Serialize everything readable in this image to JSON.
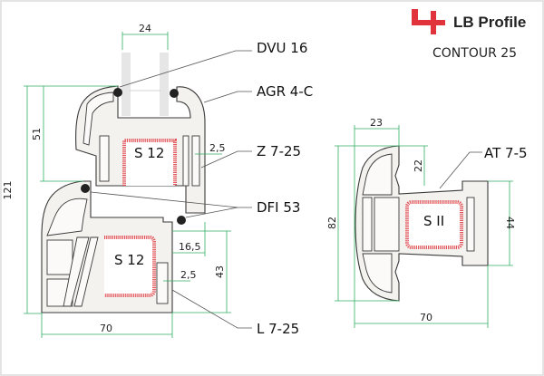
{
  "header": {
    "brand": "LB Profile",
    "model": "CONTOUR 25",
    "logo_color": "#e0333c"
  },
  "left_section": {
    "dimensions": {
      "glass_width": "24",
      "sash_height": "51",
      "total_height": "121",
      "wall_sash": "2,5",
      "offset": "16,5",
      "frame_height": "43",
      "wall_frame": "2,5",
      "frame_width": "70"
    },
    "steel_labels": {
      "sash": "S 12",
      "frame": "S 12"
    },
    "callouts": {
      "glazing": "DVU 16",
      "gasket": "AGR 4-C",
      "sash": "Z 7-25",
      "seal": "DFI 53",
      "frame": "L 7-25"
    }
  },
  "right_section": {
    "dimensions": {
      "top_width": "23",
      "total_height": "82",
      "flange": "22",
      "body_height": "44",
      "width": "70"
    },
    "steel_label": "S II",
    "callout": "AT 7-5"
  },
  "colors": {
    "dimension": "#2fae62",
    "steel": "#e2555a"
  }
}
